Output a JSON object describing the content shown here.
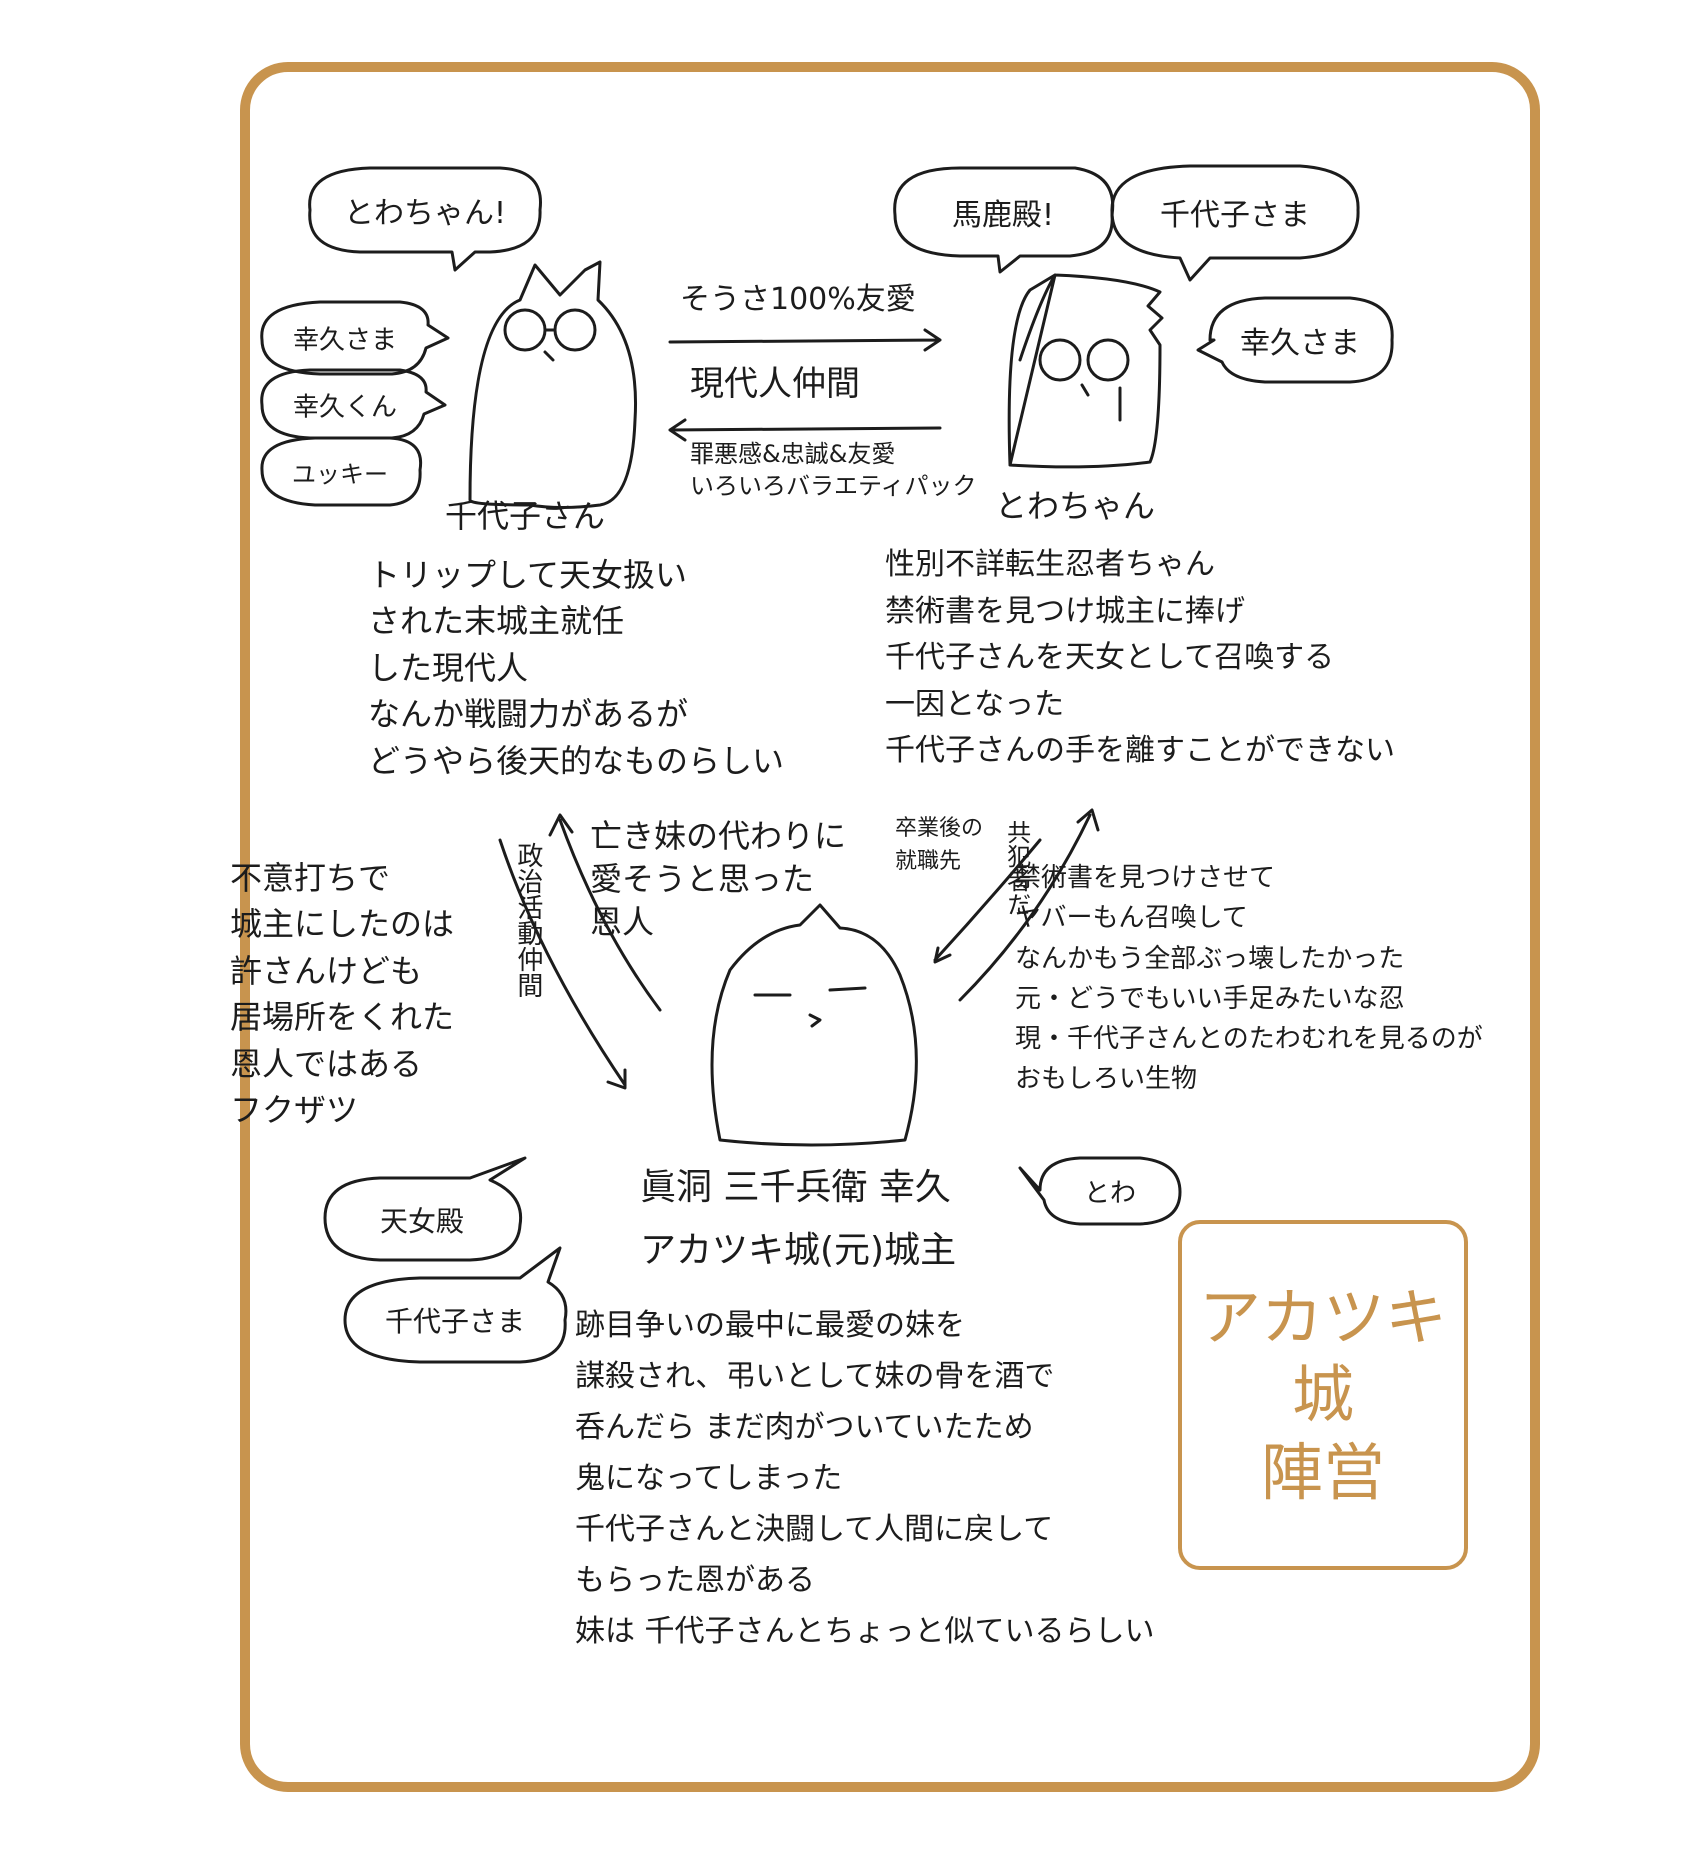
{
  "bubbles": {
    "chiyoko_calls": [
      "とわちゃん!",
      "幸久さま",
      "幸久くん",
      "ユッキー"
    ],
    "towa_calls": [
      "馬鹿殿!",
      "千代子さま",
      "幸久さま"
    ],
    "yukihisa_calls": [
      "天女殿",
      "千代子さま",
      "とわ"
    ]
  },
  "relations": {
    "chiyoko_to_towa": "そうさ100%友愛",
    "mutual": "現代人仲間",
    "towa_to_chiyoko": "罪悪感&忠誠&友愛\nいろいろバラエティパック",
    "chiyoko_yukihisa": "亡き妹の代わりに\n愛そうと思った\n恩人",
    "political": "政治活動仲間",
    "towa_job": "卒業後の\n就職先",
    "accomplice": "共犯者だ"
  },
  "characters": {
    "chiyoko": {
      "name": "千代子さん",
      "desc": "トリップして天女扱い\nされた末城主就任\nした現代人\nなんか戦闘力があるが\nどうやら後天的なものらしい"
    },
    "towa": {
      "name": "とわちゃん",
      "desc": "性別不詳転生忍者ちゃん\n禁術書を見つけ城主に捧げ\n千代子さんを天女として召喚する\n一因となった\n千代子さんの手を離すことができない"
    },
    "yukihisa": {
      "name": "眞洞 三千兵衛 幸久",
      "title": "アカツキ城(元)城主",
      "desc": "跡目争いの最中に最愛の妹を\n謀殺され、弔いとして妹の骨を酒で\n呑んだら まだ肉がついていたため\n鬼になってしまった\n千代子さんと決闘して人間に戻して\nもらった恩がある\n妹は 千代子さんとちょっと似ているらしい"
    }
  },
  "notes": {
    "left": "不意打ちで\n城主にしたのは\n許さんけども\n居場所をくれた\n恩人ではある\nフクザツ",
    "right": "禁術書を見つけさせて\nヤバーもん召喚して\nなんかもう全部ぶっ壊したかった\n元・どうでもいい手足みたいな忍\n現・千代子さんとのたわむれを見るのが\nおもしろい生物"
  },
  "stamp": {
    "line1": "アカツキ",
    "line2": "城",
    "line3": "陣営"
  },
  "colors": {
    "frame": "#c8944e",
    "ink": "#1c1c1c"
  }
}
